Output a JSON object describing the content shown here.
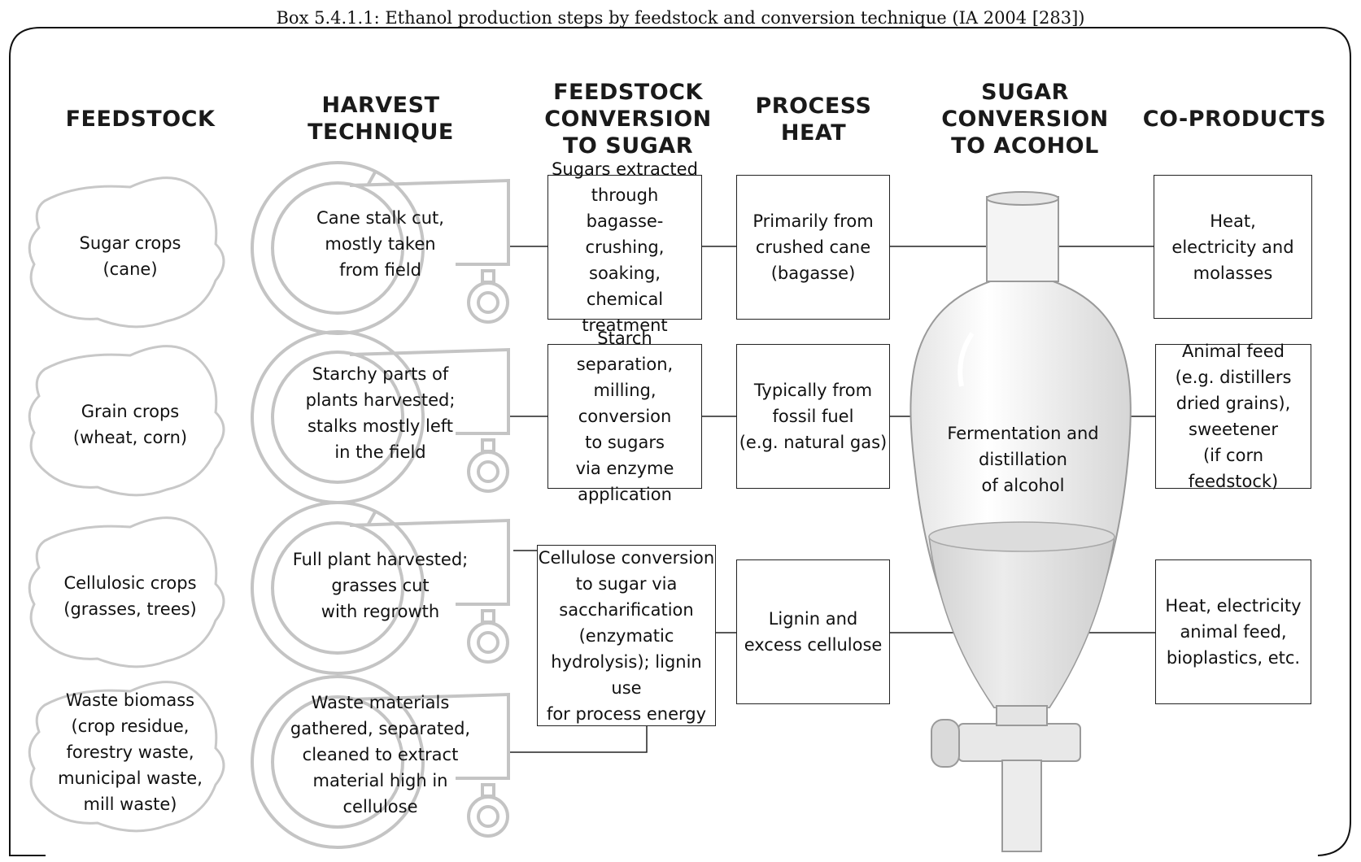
{
  "caption": "Box 5.4.1.1: Ethanol production steps by feedstock and conversion technique (IA 2004 [283])",
  "headers": {
    "feedstock": "FEEDSTOCK",
    "harvest": "HARVEST\nTECHNIQUE",
    "conversion": "FEEDSTOCK\nCONVERSION\nTO SUGAR",
    "heat": "PROCESS\nHEAT",
    "sugar": "SUGAR\nCONVERSION\nTO ACOHOL",
    "coproducts": "CO-PRODUCTS"
  },
  "feedstocks": [
    "Sugar crops\n(cane)",
    "Grain crops\n(wheat, corn)",
    "Cellulosic crops\n(grasses,  trees)",
    "Waste biomass\n(crop residue,\nforestry waste,\nmunicipal waste,\nmill waste)"
  ],
  "harvest": [
    "Cane stalk  cut,\nmostly taken\nfrom field",
    "Starchy parts of\nplants harvested;\nstalks mostly left\nin the field",
    "Full plant harvested;\ngrasses cut\nwith regrowth",
    "Waste materials\ngathered, separated,\ncleaned to extract\nmaterial high in\ncellulose"
  ],
  "conversion": [
    "Sugars extracted\nthrough\nbagasse-crushing,\nsoaking,\nchemical treatment",
    "Starch separation,\nmilling, conversion\nto sugars\nvia enzyme\napplication",
    "Cellulose conversion\nto sugar via\nsaccharification\n(enzymatic\nhydrolysis); lignin use\nfor process energy"
  ],
  "heat": [
    "Primarily from\ncrushed cane\n(bagasse)",
    "Typically from\nfossil fuel\n(e.g. natural gas)",
    "Lignin and\nexcess cellulose"
  ],
  "fermentation": "Fermentation and\ndistillation\nof alcohol",
  "coproducts": [
    "Heat,\nelectricity and\nmolasses",
    "Animal feed\n(e.g. distillers\ndried grains),\nsweetener\n(if corn feedstock)",
    "Heat, electricity\nanimal feed,\nbioplastics, etc."
  ]
}
